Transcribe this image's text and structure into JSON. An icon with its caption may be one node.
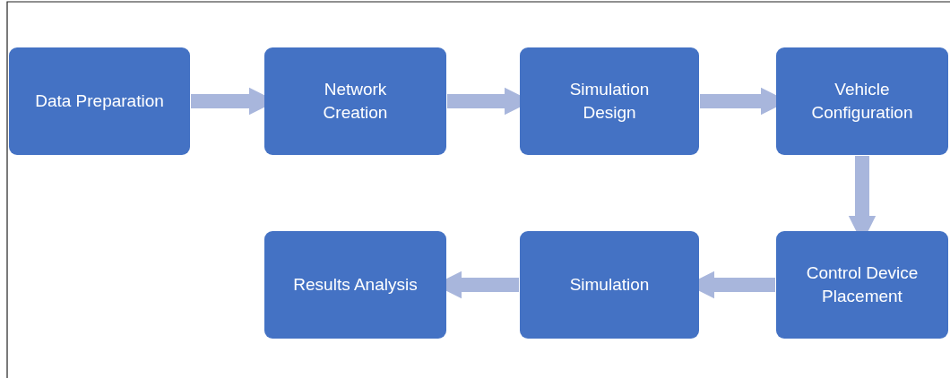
{
  "diagram": {
    "nodes": [
      {
        "text": [
          "Data Preparation"
        ]
      },
      {
        "text": [
          "Network Creation"
        ]
      },
      {
        "text": [
          "Simulation Design"
        ]
      },
      {
        "text": [
          "Vehicle Configuration"
        ]
      },
      {
        "text": [
          "Results Analysis"
        ]
      },
      {
        "text": [
          "Simulation"
        ]
      },
      {
        "text": [
          "Control Device Placement"
        ]
      }
    ],
    "edges": [
      {
        "from": 0,
        "to": 1,
        "arrow": "to"
      },
      {
        "from": 1,
        "to": 2,
        "arrow": "to"
      },
      {
        "from": 2,
        "to": 3,
        "arrow": "to"
      },
      {
        "from": 3,
        "to": 6,
        "arrow": "to"
      },
      {
        "from": 6,
        "to": 5,
        "arrow": "to"
      },
      {
        "from": 5,
        "to": 4,
        "arrow": "to"
      }
    ]
  }
}
